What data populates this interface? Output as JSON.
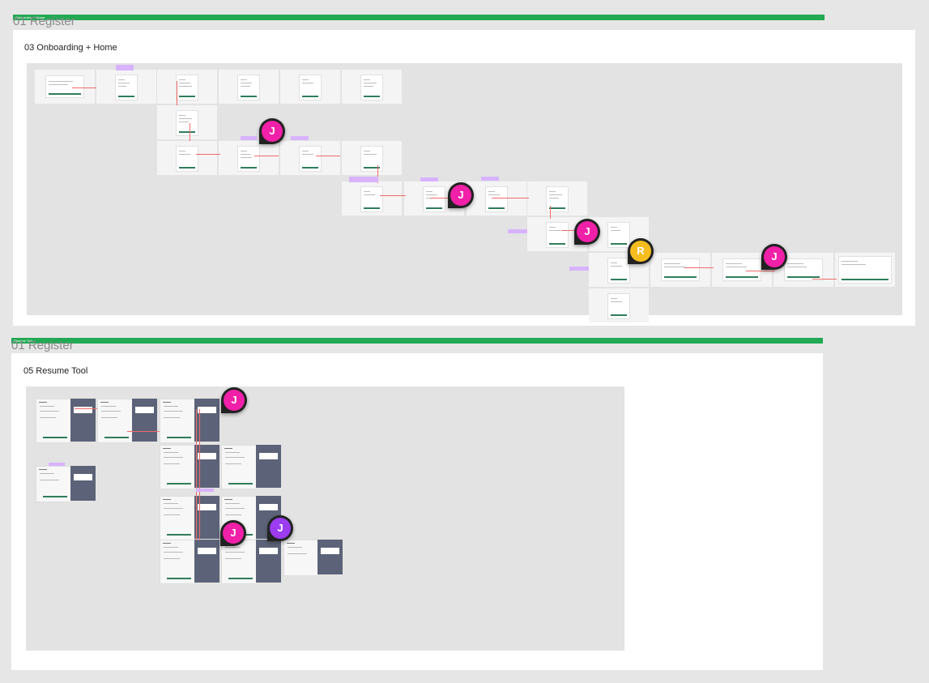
{
  "sections": [
    {
      "bar_label": "Onboarding + Home",
      "heading": "01 Register",
      "frame_title": "03 Onboarding + Home"
    },
    {
      "bar_label": "Resume Tool",
      "heading": "01 Register",
      "frame_title": "05 Resume Tool"
    }
  ],
  "collaborators": {
    "j": "J",
    "r": "R"
  },
  "colors": {
    "accent_green": "#22a954",
    "avatar_pink": "#f020a8",
    "avatar_yellow": "#f5be1e",
    "avatar_purple": "#9b3cf0",
    "connector_red": "#f16a6a",
    "sticky_purple": "#d8b3ff",
    "dark_panel": "#5c6378"
  }
}
